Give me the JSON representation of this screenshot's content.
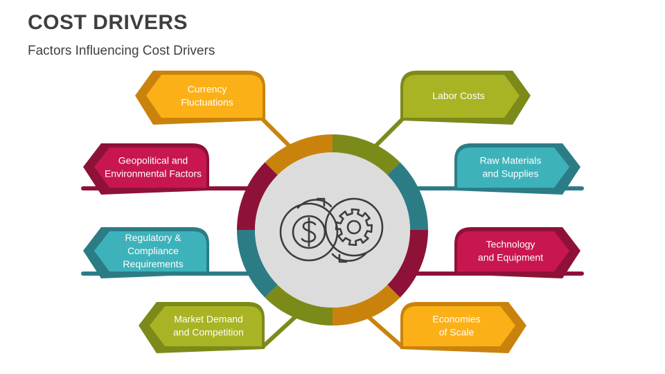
{
  "title": "COST DRIVERS",
  "subtitle": "Factors Influencing Cost Drivers",
  "colors": {
    "yellow": "#FBB017",
    "yellow_dark": "#C9830D",
    "olive": "#A8B424",
    "olive_dark": "#7C8A1A",
    "teal": "#3EB2BA",
    "teal_dark": "#2C7C86",
    "crimson": "#C8164E",
    "crimson_dark": "#8E1238",
    "hub": "#DCDCDC",
    "icon": "#3C3C3C"
  },
  "center_icon": "dollar-gear-cycle-icon",
  "factors": {
    "left": [
      {
        "lines": [
          "Currency",
          "Fluctuations"
        ],
        "color": "yellow"
      },
      {
        "lines": [
          "Geopolitical and",
          "Environmental Factors"
        ],
        "color": "crimson"
      },
      {
        "lines": [
          "Regulatory &",
          "Compliance",
          "Requirements"
        ],
        "color": "teal"
      },
      {
        "lines": [
          "Market Demand",
          "and Competition"
        ],
        "color": "olive"
      }
    ],
    "right": [
      {
        "lines": [
          "Labor Costs"
        ],
        "color": "olive"
      },
      {
        "lines": [
          "Raw Materials",
          "and Supplies"
        ],
        "color": "teal"
      },
      {
        "lines": [
          "Technology",
          "and Equipment"
        ],
        "color": "crimson"
      },
      {
        "lines": [
          "Economies",
          "of Scale"
        ],
        "color": "yellow"
      }
    ]
  }
}
